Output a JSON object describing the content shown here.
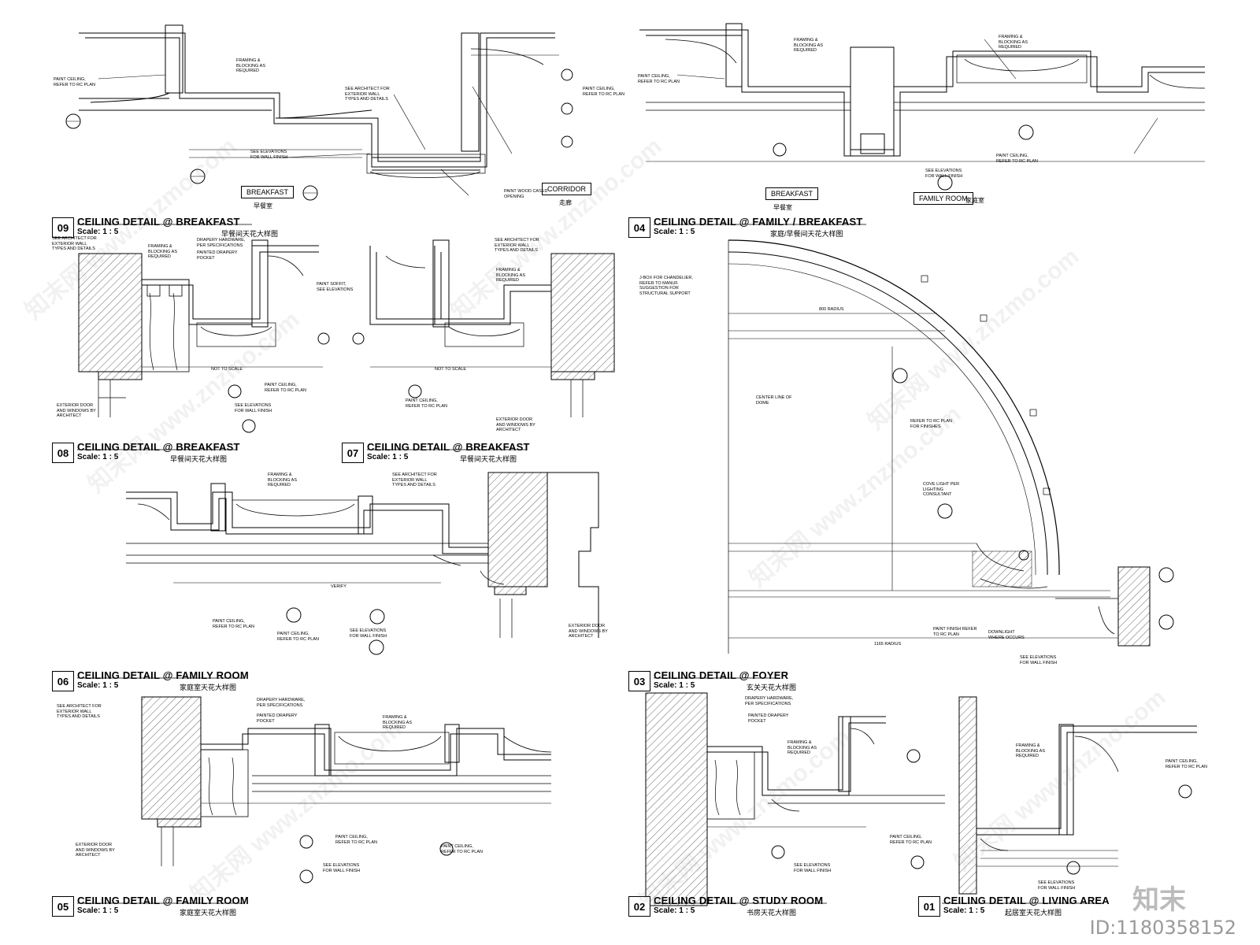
{
  "details": [
    {
      "num": "09",
      "title": "CEILING DETAIL @ BREAKFAST",
      "scale": "Scale: 1 : 5",
      "cn": "早餐间天花大样图"
    },
    {
      "num": "04",
      "title": "CEILING DETAIL @ FAMILY / BREAKFAST",
      "scale": "Scale: 1 : 5",
      "cn": "家庭/早餐间天花大样图"
    },
    {
      "num": "08",
      "title": "CEILING DETAIL @ BREAKFAST",
      "scale": "Scale: 1 : 5",
      "cn": "早餐间天花大样图"
    },
    {
      "num": "07",
      "title": "CEILING DETAIL @ BREAKFAST",
      "scale": "Scale: 1 : 5",
      "cn": "早餐间天花大样图"
    },
    {
      "num": "06",
      "title": "CEILING DETAIL @ FAMILY ROOM",
      "scale": "Scale: 1 : 5",
      "cn": "家庭室天花大样图"
    },
    {
      "num": "03",
      "title": "CEILING DETAIL @ FOYER",
      "scale": "Scale: 1 : 5",
      "cn": "玄关天花大样图"
    },
    {
      "num": "05",
      "title": "CEILING DETAIL @ FAMILY ROOM",
      "scale": "Scale: 1 : 5",
      "cn": "家庭室天花大样图"
    },
    {
      "num": "02",
      "title": "CEILING DETAIL @ STUDY ROOM",
      "scale": "Scale: 1 : 5",
      "cn": "书房天花大样图"
    },
    {
      "num": "01",
      "title": "CEILING DETAIL @ LIVING AREA",
      "scale": "Scale: 1 : 5",
      "cn": "起居室天花大样图"
    }
  ],
  "rooms": {
    "breakfast_09": "BREAKFAST",
    "breakfast_09_cn": "早餐室",
    "corridor": "CORRIDOR",
    "corridor_cn": "走廊",
    "breakfast_04": "BREAKFAST",
    "breakfast_04_cn": "早餐室",
    "family_room": "FAMILY ROOM",
    "family_room_cn": "家庭室"
  },
  "notes": {
    "paint_ceiling": "PAINT CEILING,\nREFER TO RC PLAN",
    "framing": "FRAMING &\nBLOCKING AS\nREQUIRED",
    "see_elev": "SEE ELEVATIONS\nFOR WALL FINISH",
    "see_arch": "SEE ARCHITECT FOR\nEXTERIOR WALL\nTYPES AND DETAILS",
    "drapery": "DRAPERY HARDWARE,\nPER SPECIFICATIONS",
    "painted_pocket": "PAINTED DRAPERY\nPOCKET",
    "ext_door": "EXTERIOR DOOR\nAND WINDOWS BY\nARCHITECT",
    "paint_soffit": "PAINT SOFFIT,\nSEE ELEVATIONS",
    "verify": "VERIFY",
    "not_to_scale": "NOT TO SCALE",
    "jbox": "J-BOX FOR CHANDELIER,\nREFER TO MANUF.\nSUGGESTION FOR\nSTRUCTURAL SUPPORT",
    "center_line": "CENTER LINE OF\nDOME",
    "refer_rc_finishes": "REFER TO RC PLAN\nFOR FINISHES",
    "cove_light": "COVE LIGHT PER\nLIGHTING\nCONSULTANT",
    "paint_finish": "PAINT FINISH REFER\nTO RC PLAN",
    "downlight": "DOWNLIGHT\nWHERE OCCURS",
    "radius_800": "800 RADIUS",
    "radius_1165": "1165 RADIUS",
    "paint_wood": "PAINT WOOD CASED\nOPENING"
  },
  "footer": {
    "logo": "知末",
    "image_id": "ID:1180358152"
  },
  "watermark": "知末网 www.znzmo.com"
}
